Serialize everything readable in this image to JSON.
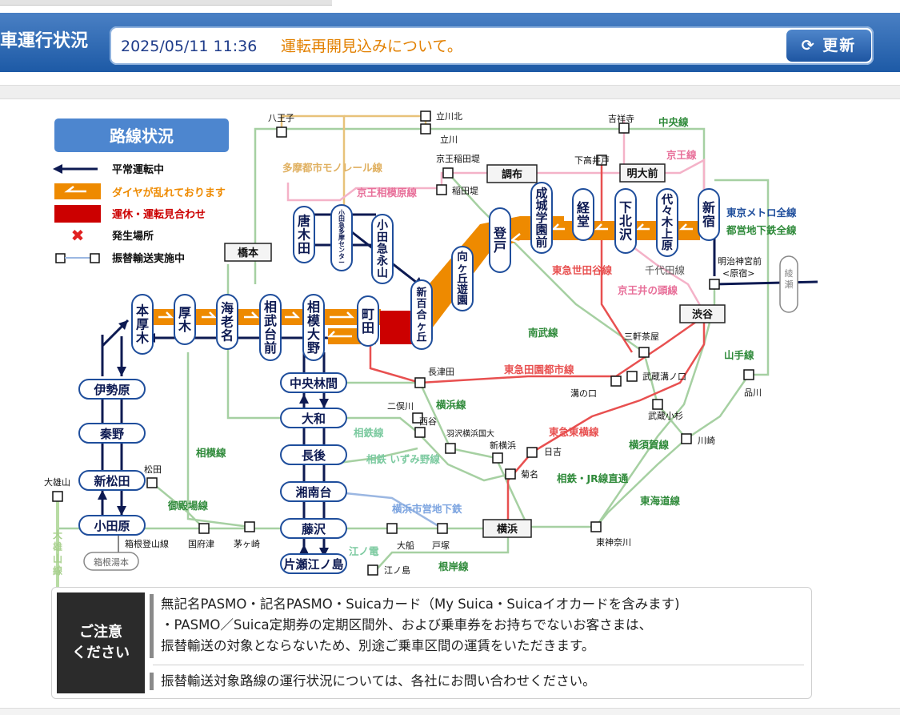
{
  "header": {
    "title": "車運行状況",
    "status_time": "2025/05/11 11:36",
    "status_message": "運転再開見込みについて。",
    "refresh_label": "更新"
  },
  "colors": {
    "header_blue": "#1d5aa6",
    "delay_orange": "#ee8a00",
    "suspended_red": "#cc0000",
    "normal_navy": "#0d1a52",
    "odakyu_blue": "#1f4e9c"
  },
  "legend": {
    "title": "路線状況",
    "normal": "平常運転中",
    "delay": "ダイヤが乱れております",
    "suspended": "運休・運転見合わせ",
    "incident": "発生場所",
    "transfer": "振替輸送実施中"
  },
  "stations": {
    "shinjuku": "新宿",
    "yoyogi_uehara": "代々木上原",
    "shimokitazawa": "下北沢",
    "kyodo": "経堂",
    "seijogakuen": "成城学園前",
    "noborito": "登戸",
    "mukogaoka": "向ヶ丘遊園",
    "shinyurigaoka": "新百合ヶ丘",
    "odakyu_nagayama": "小田急永山",
    "tama_center": "小田急多摩センター",
    "karakida": "唐木田",
    "machida": "町田",
    "sagami_ono": "相模大野",
    "sobudaimae": "相武台前",
    "ebina": "海老名",
    "atsugi": "厚木",
    "hon_atsugi": "本厚木",
    "isehara": "伊勢原",
    "hadano": "秦野",
    "shin_matsuda": "新松田",
    "odawara": "小田原",
    "chuo_rinkan": "中央林間",
    "yamato": "大和",
    "chogo": "長後",
    "shonandai": "湘南台",
    "fujisawa": "藤沢",
    "katase_enoshima": "片瀬江ノ島",
    "hakone_yumoto": "箱根湯本"
  },
  "boxes": {
    "hashimoto": "橋本",
    "chofu": "調布",
    "meidaimae": "明大前",
    "shibuya": "渋谷",
    "yokohama": "横浜"
  },
  "places": {
    "hachioji": "八王子",
    "tachikawa_kita": "立川北",
    "tachikawa": "立川",
    "kichijoji": "吉祥寺",
    "keio_inadazutsumi": "京王稲田堤",
    "inadazutsumi": "稲田堤",
    "shimotakaido": "下高井戸",
    "meiji_jingumae": "明治神宮前",
    "harajuku": "<原宿>",
    "ayase": "綾瀬",
    "sangenjaya": "三軒茶屋",
    "musashi_mizonokuchi": "武蔵溝ノ口",
    "mizonokuchi": "溝の口",
    "nagatsuta": "長津田",
    "futamatagawa": "二俣川",
    "nishiya": "西谷",
    "hazawa": "羽沢横浜国大",
    "shin_yokohama": "新横浜",
    "hiyoshi": "日吉",
    "kikuna": "菊名",
    "musashi_kosugi": "武蔵小杉",
    "kawasaki": "川崎",
    "shinagawa": "品川",
    "higashi_kanagawa": "東神奈川",
    "ofuna": "大船",
    "totsuka": "戸塚",
    "enoshima": "江ノ島",
    "kozu": "国府津",
    "chigasaki": "茅ヶ崎",
    "matsuda": "松田",
    "daiyuzan": "大雄山"
  },
  "lines": {
    "chuo": "中央線",
    "keio": "京王線",
    "tama_monorail": "多摩都市モノレール線",
    "keio_sagamihara": "京王相模原線",
    "tokyo_metro": "東京メトロ全線",
    "toei": "都営地下鉄全線",
    "setagaya": "東急世田谷線",
    "chiyoda": "千代田線",
    "inokashira": "京王井の頭線",
    "nambu": "南武線",
    "yamanote": "山手線",
    "denentoshi": "東急田園都市線",
    "yokohama": "横浜線",
    "sotetsu": "相鉄線",
    "izumino": "相鉄 いずみ野線",
    "toyoko": "東急東横線",
    "yokosuka": "横須賀線",
    "sotetsu_jr": "相鉄・JR線直通",
    "sagami": "相模線",
    "gotemba": "御殿場線",
    "subway_blue": "横浜市営地下鉄",
    "tokaido": "東海道線",
    "hakone_tozan": "箱根登山線",
    "enoden": "江ノ電",
    "negishi": "根岸線",
    "daiyuzan_line": "大雄山線"
  },
  "notice": {
    "badge": "ご注意\nください",
    "line1": "無記名PASMO・記名PASMO・Suicaカード（My Suica・Suicaイオカードを含みます)",
    "line2": "・PASMO／Suica定期券の定期区間外、および乗車券をお持ちでないお客さまは、",
    "line3": "振替輸送の対象とならないため、別途ご乗車区間の運賃をいただきます。",
    "line4": "振替輸送対象路線の運行状況については、各社にお問い合わせください。"
  }
}
